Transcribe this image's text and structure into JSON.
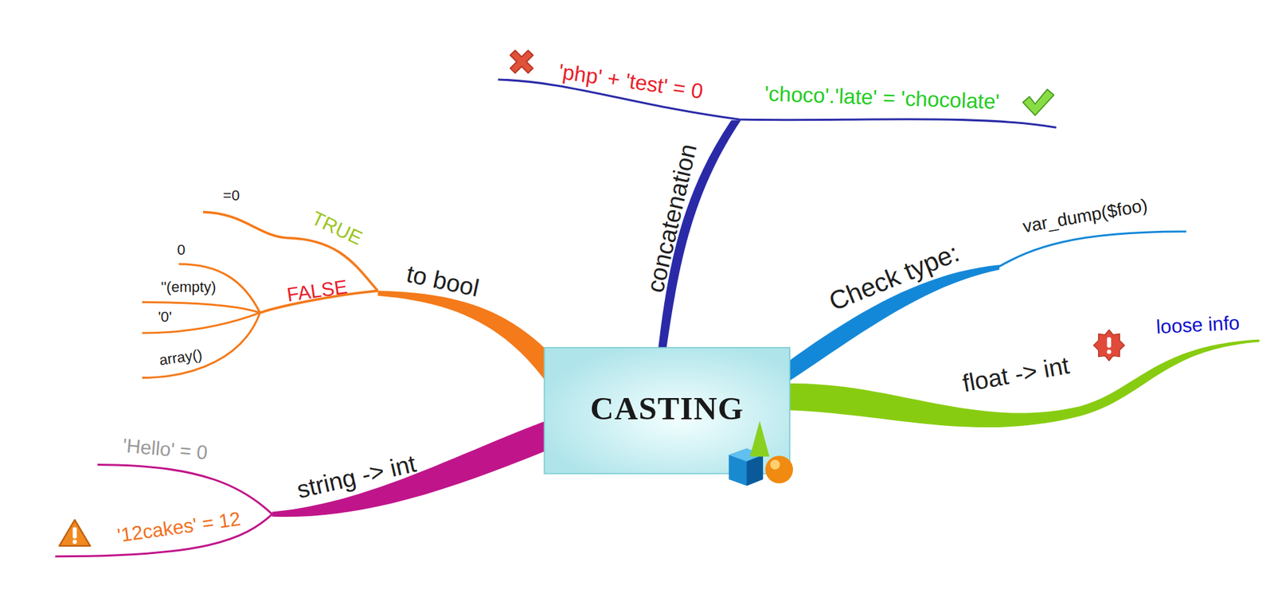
{
  "diagram": {
    "nodes": [
      {
        "text": [
          "CASTING"
        ]
      }
    ],
    "labels": [
      "'php' + 'test' = 0",
      "'choco'.'late' = 'chocolate'",
      "concatenation",
      "=0",
      "TRUE",
      "0",
      "''(empty)",
      "FALSE",
      "'0'",
      "array()",
      "to bool",
      "Check type:",
      "var_dump($foo)",
      "float -> int",
      "loose info",
      "string -> int",
      "'Hello' = 0",
      "'12cakes' = 12"
    ]
  }
}
